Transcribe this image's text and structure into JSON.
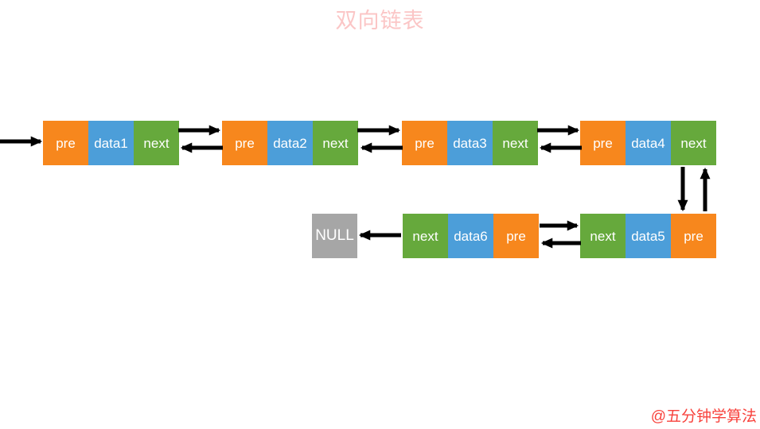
{
  "title": "双向链表",
  "watermark": "@五分钟学算法",
  "null_box": {
    "label": "NULL"
  },
  "colors": {
    "orange": "#f7871d",
    "blue": "#4c9ed9",
    "green": "#66a93c",
    "gray": "#a6a6a6",
    "titlePink": "#fbc6c6",
    "watermarkRed": "#f8423c",
    "arrowBlack": "#000000"
  },
  "nodes": [
    {
      "id": "node1",
      "cells": [
        {
          "label": "pre",
          "color": "orange"
        },
        {
          "label": "data1",
          "color": "blue"
        },
        {
          "label": "next",
          "color": "green"
        }
      ]
    },
    {
      "id": "node2",
      "cells": [
        {
          "label": "pre",
          "color": "orange"
        },
        {
          "label": "data2",
          "color": "blue"
        },
        {
          "label": "next",
          "color": "green"
        }
      ]
    },
    {
      "id": "node3",
      "cells": [
        {
          "label": "pre",
          "color": "orange"
        },
        {
          "label": "data3",
          "color": "blue"
        },
        {
          "label": "next",
          "color": "green"
        }
      ]
    },
    {
      "id": "node4",
      "cells": [
        {
          "label": "pre",
          "color": "orange"
        },
        {
          "label": "data4",
          "color": "blue"
        },
        {
          "label": "next",
          "color": "green"
        }
      ]
    },
    {
      "id": "node5",
      "cells": [
        {
          "label": "next",
          "color": "green"
        },
        {
          "label": "data5",
          "color": "blue"
        },
        {
          "label": "pre",
          "color": "orange"
        }
      ]
    },
    {
      "id": "node6",
      "cells": [
        {
          "label": "next",
          "color": "green"
        },
        {
          "label": "data6",
          "color": "blue"
        },
        {
          "label": "pre",
          "color": "orange"
        }
      ]
    }
  ],
  "edges": [
    {
      "from": "head",
      "to": "node1.pre"
    },
    {
      "from": "node1.next",
      "to": "node2.pre"
    },
    {
      "from": "node2.pre",
      "to": "node1.next"
    },
    {
      "from": "node2.next",
      "to": "node3.pre"
    },
    {
      "from": "node3.pre",
      "to": "node2.next"
    },
    {
      "from": "node3.next",
      "to": "node4.pre"
    },
    {
      "from": "node4.pre",
      "to": "node3.next"
    },
    {
      "from": "node4.next",
      "to": "node5.pre"
    },
    {
      "from": "node5.pre",
      "to": "node4.next"
    },
    {
      "from": "node5.next",
      "to": "node6.pre"
    },
    {
      "from": "node6.pre",
      "to": "node5.next"
    },
    {
      "from": "node6.next",
      "to": "NULL"
    }
  ]
}
